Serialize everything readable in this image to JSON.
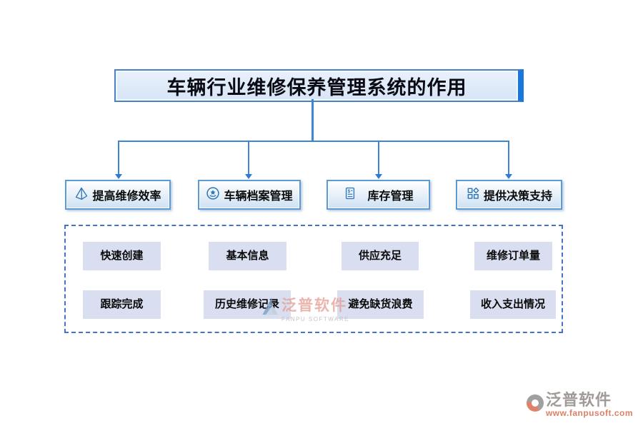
{
  "title": "车辆行业维修保养管理系统的作用",
  "branches": [
    {
      "label": "提高维修效率",
      "icon": "pyramid-icon"
    },
    {
      "label": "车辆档案管理",
      "icon": "medal-star-icon"
    },
    {
      "label": "库存管理",
      "icon": "invoice-icon"
    },
    {
      "label": "提供决策支持",
      "icon": "grid-diamond-icon"
    }
  ],
  "details": {
    "rows": [
      [
        "快速创建",
        "基本信息",
        "供应充足",
        "维修订单量"
      ],
      [
        "跟踪完成",
        "历史维修记录",
        "避免缺货浪费",
        "收入支出情况"
      ]
    ]
  },
  "watermark": {
    "name": "泛普软件",
    "subtitle": "FANPU SOFTWARE"
  },
  "footer": {
    "name": "泛普软件",
    "url": "www.fanpusoft.com"
  },
  "colors": {
    "accent_blue": "#2e75b6",
    "connector_blue": "#3c86d4",
    "title_fill": "#dce9f8",
    "title_side_bar": "#1b77e0",
    "branch_border": "#5b9bd5",
    "sub_box_fill": "#d9dff0",
    "dashed_border": "#4472c4",
    "logo_coral": "#dd8066",
    "logo_gray": "#a09a98"
  }
}
